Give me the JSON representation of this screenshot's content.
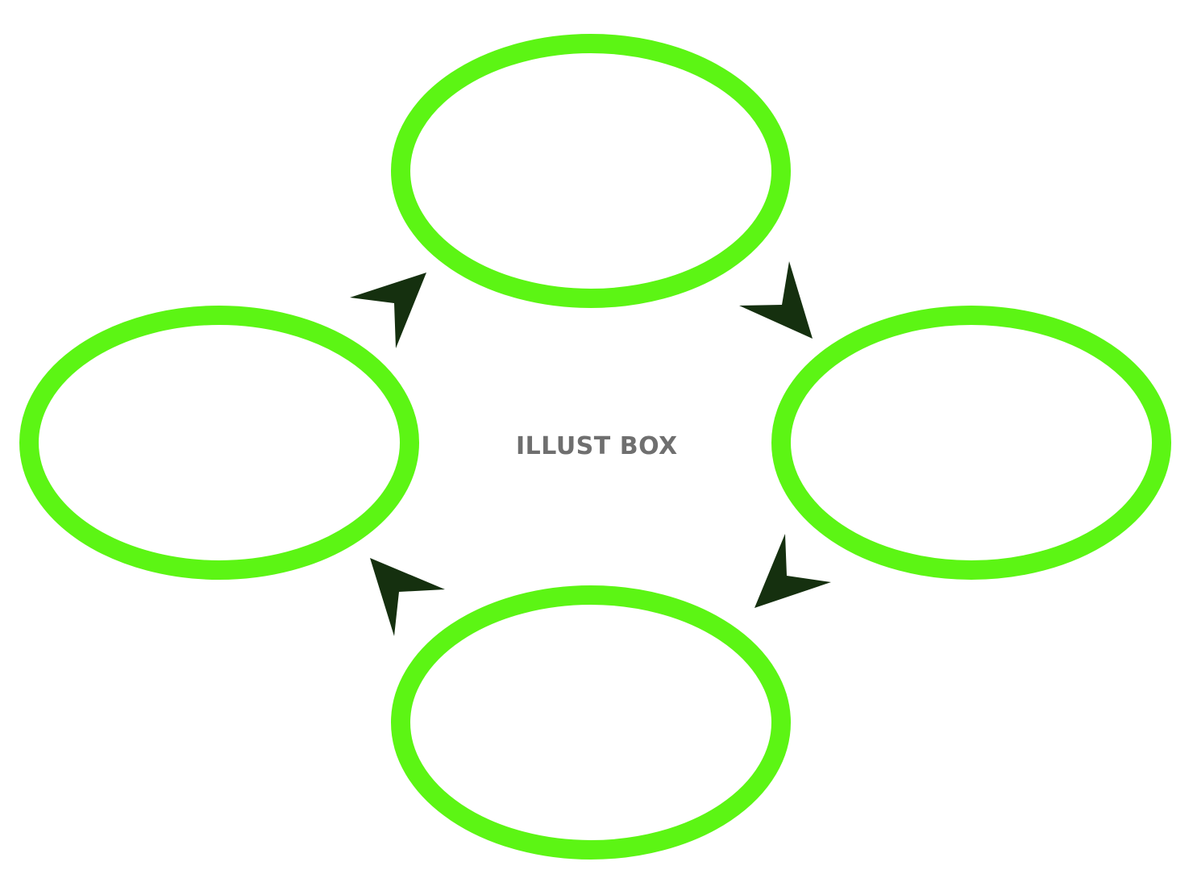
{
  "diagram": {
    "type": "cycle",
    "node_count": 4,
    "node_labels": [
      "",
      "",
      "",
      ""
    ],
    "direction": "clockwise",
    "colors": {
      "node_outline": "#5cf514",
      "node_fill": "#ffffff",
      "arrow": "#15300f",
      "background": "#ffffff"
    }
  },
  "watermark": {
    "text": "ILLUST BOX",
    "color": "#6f6f6f"
  }
}
